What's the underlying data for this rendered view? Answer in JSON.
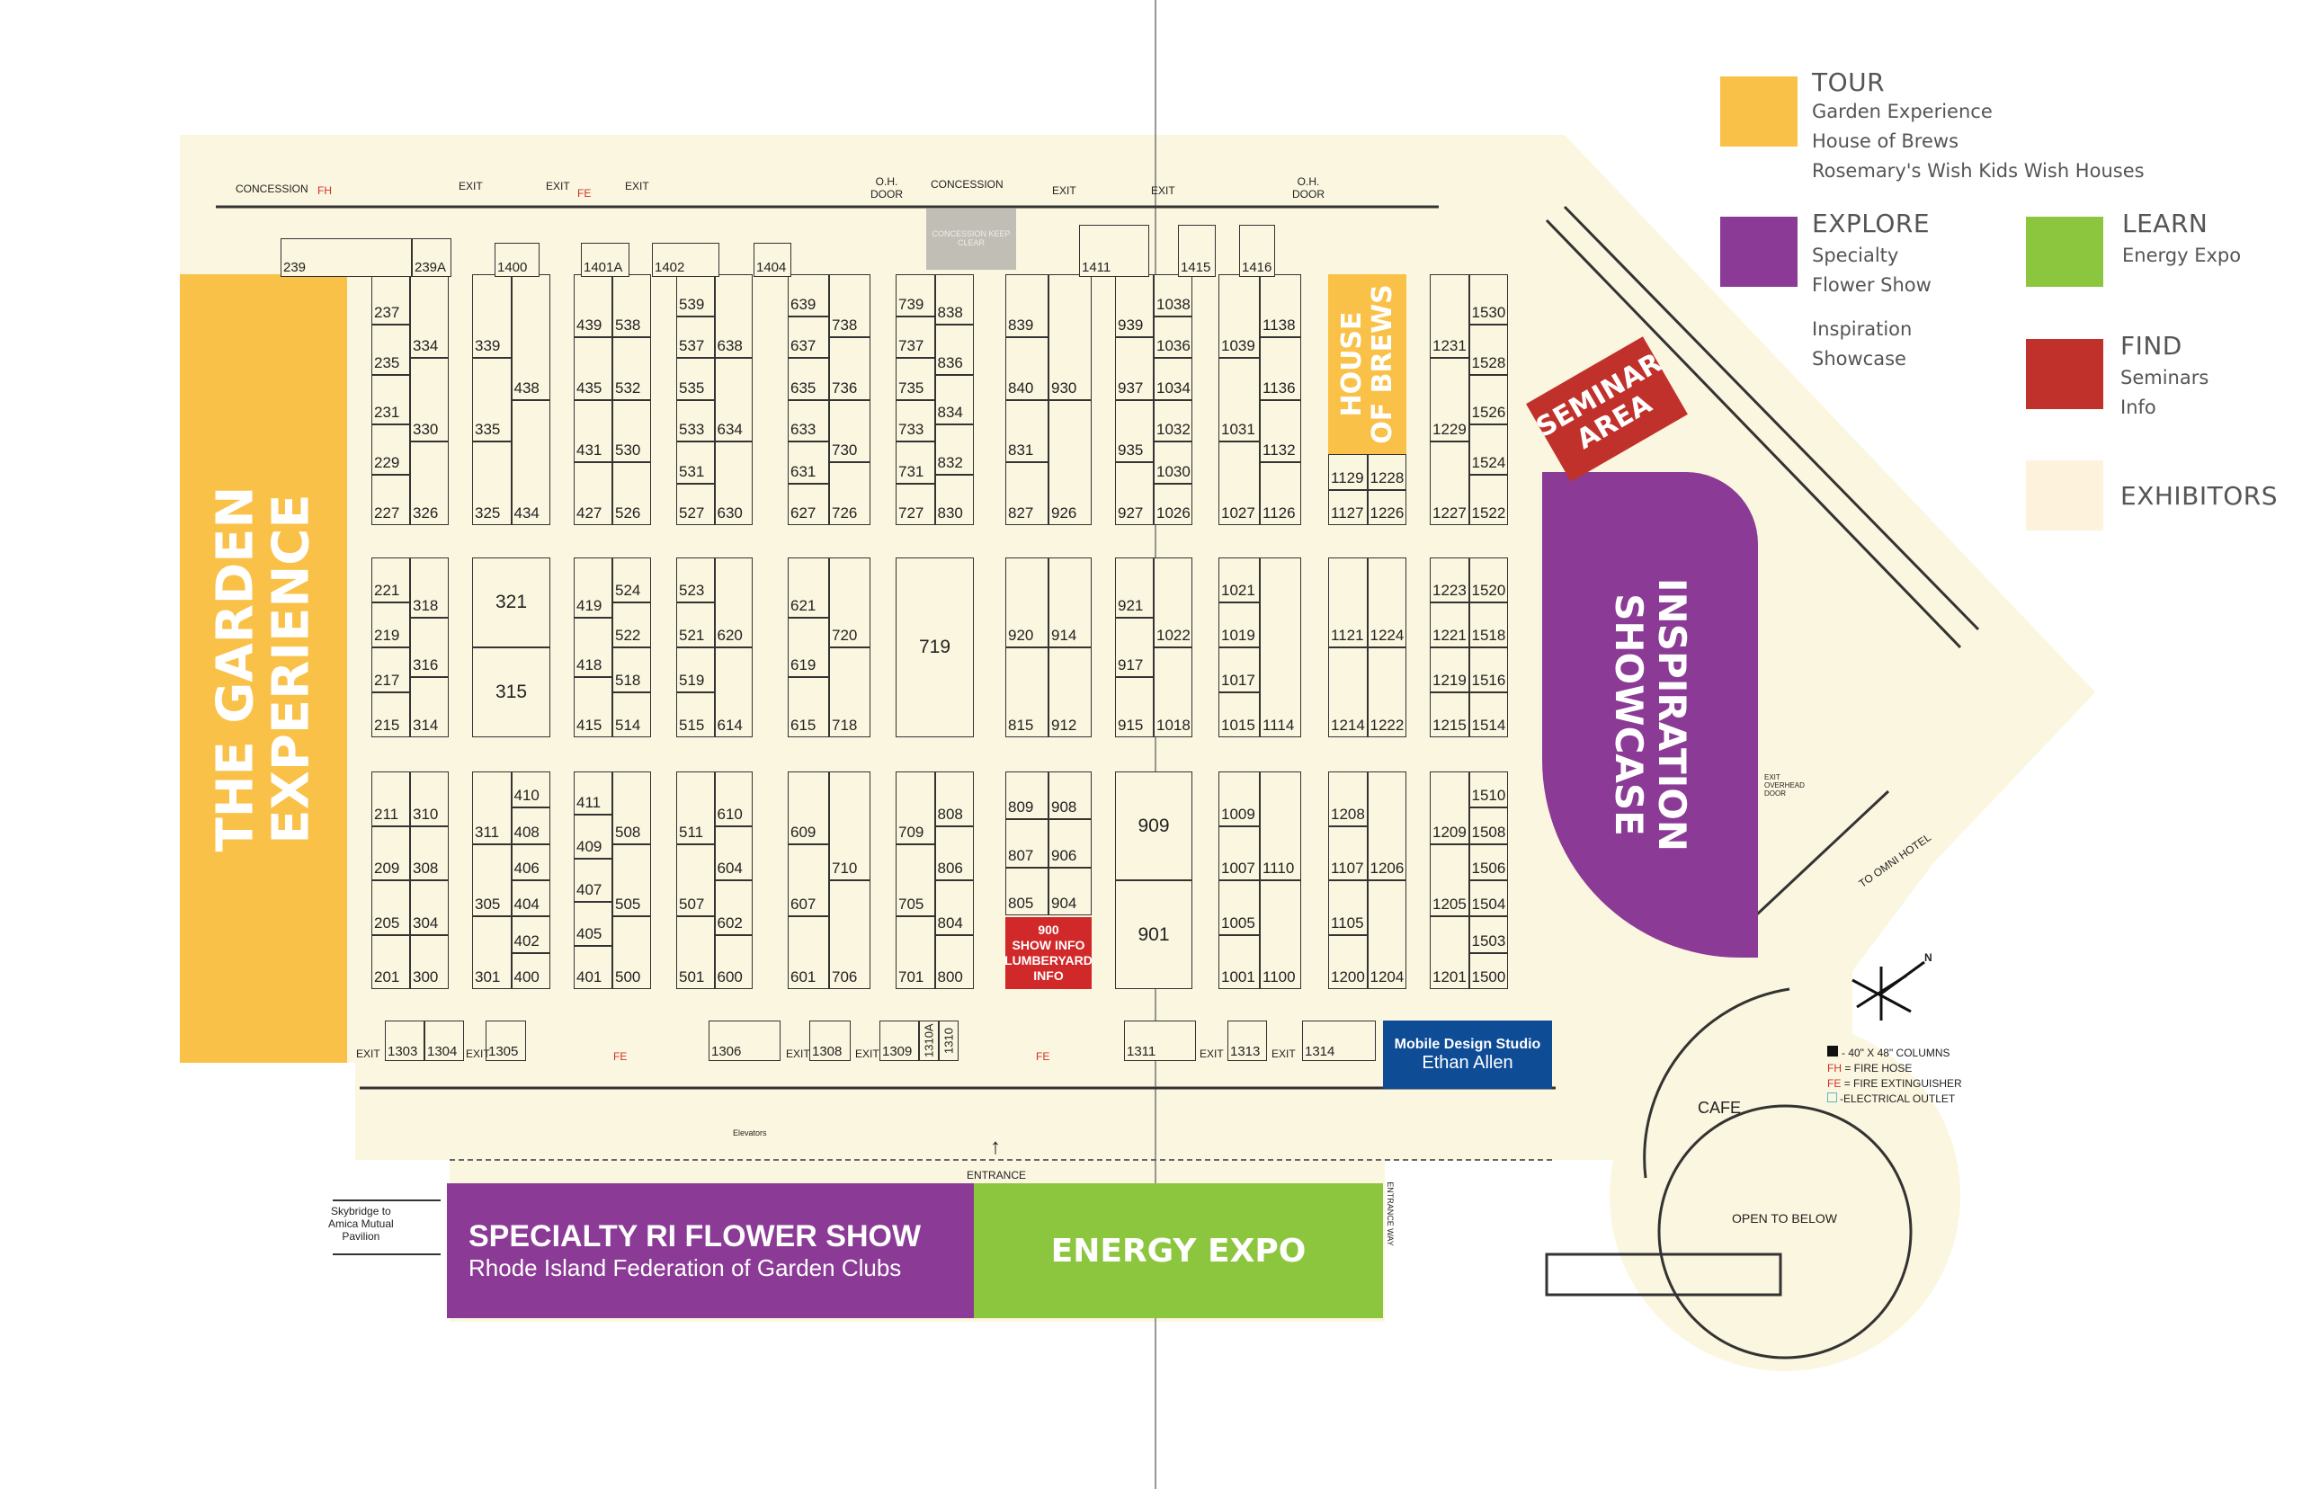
{
  "colors": {
    "tour": "#F9C148",
    "explore": "#8B3A96",
    "learn": "#8CC63F",
    "find": "#C1312B",
    "exhibitors": "#FDF3DC",
    "floor": "#FBF6DF",
    "mobile_studio": "#0E4C96",
    "outlet": "#5bb8c4"
  },
  "legend": {
    "tour": {
      "title": "TOUR",
      "items": [
        "Garden Experience",
        "House of Brews",
        "Rosemary's Wish Kids Wish Houses"
      ]
    },
    "explore": {
      "title": "EXPLORE",
      "items": [
        "Specialty",
        "Flower Show",
        "Inspiration",
        "Showcase"
      ]
    },
    "learn": {
      "title": "LEARN",
      "items": [
        "Energy Expo"
      ]
    },
    "find": {
      "title": "FIND",
      "items": [
        "Seminars",
        "Info"
      ]
    },
    "exhibitors": {
      "title": "EXHIBITORS"
    }
  },
  "key": {
    "columns": "- 40\" X 48\" COLUMNS",
    "fh_abbr": "FH",
    "fh": "= FIRE HOSE",
    "fe_abbr": "FE",
    "fe": "= FIRE EXTINGUISHER",
    "outlet": "-ELECTRICAL OUTLET"
  },
  "zones": {
    "garden": "THE GARDEN EXPERIENCE",
    "garden_line1": "THE GARDEN",
    "garden_line2": "EXPERIENCE",
    "brews_line1": "HOUSE",
    "brews_line2": "OF BREWS",
    "seminar_line1": "SEMINAR",
    "seminar_line2": "AREA",
    "inspiration": "INSPIRATION",
    "showcase": "SHOWCASE",
    "flower_title": "SPECIALTY RI FLOWER SHOW",
    "flower_sub": "Rhode Island Federation of Garden Clubs",
    "energy": "ENERGY EXPO",
    "info_lines": [
      "900",
      "SHOW INFO",
      "LUMBERYARD",
      "INFO"
    ],
    "mobile_line1": "Mobile Design Studio",
    "mobile_line2": "Ethan Allen"
  },
  "labels": {
    "concession": "CONCESSION",
    "fh": "FH",
    "fe": "FE",
    "exit": "EXIT",
    "oh_door_1": "O.H.",
    "oh_door_2": "DOOR",
    "concession_keep": "CONCESSION KEEP CLEAR",
    "entrance": "ENTRANCE",
    "entrance_way": "ENTRANCE WAY",
    "skybridge": [
      "Skybridge to",
      "Amica Mutual",
      "Pavilion"
    ],
    "cafe": "CAFE",
    "open_below": "OPEN TO BELOW",
    "omni": "TO OMNI HOTEL",
    "elevators": "Elevators",
    "exit_overhead": "EXIT OVERHEAD DOOR",
    "compass_n": "N"
  },
  "top_booths": [
    "239",
    "239A",
    "1400",
    "1401A",
    "1402",
    "1404",
    "1411",
    "1415",
    "1416"
  ],
  "bottom_booths": [
    "1303",
    "1304",
    "1305",
    "1306",
    "1308",
    "1309",
    "1310A",
    "1310",
    "1311",
    "1313",
    "1314"
  ],
  "rows": [
    {
      "blocks": [
        {
          "left": [
            "237",
            "235",
            "231",
            "229",
            "227"
          ],
          "right": [
            "334",
            "330",
            "326"
          ]
        },
        {
          "left": [
            "339",
            "335",
            "325"
          ],
          "right": [
            "438",
            "434"
          ]
        },
        {
          "left": [
            "439",
            "435",
            "431",
            "427"
          ],
          "right": [
            "538",
            "532",
            "530",
            "526"
          ]
        },
        {
          "left": [
            "539",
            "537",
            "535",
            "533",
            "531",
            "527"
          ],
          "right": [
            "638",
            "634",
            "630"
          ]
        },
        {
          "left": [
            "639",
            "637",
            "635",
            "633",
            "631",
            "627"
          ],
          "right": [
            "738",
            "736",
            "730",
            "726"
          ]
        },
        {
          "left": [
            "739",
            "737",
            "735",
            "733",
            "731",
            "727"
          ],
          "right": [
            "838",
            "836",
            "834",
            "832",
            "830"
          ]
        },
        {
          "left": [
            "839",
            "840",
            "831",
            "827"
          ],
          "right": [
            "930",
            "926"
          ]
        },
        {
          "left": [
            "939",
            "937",
            "935",
            "927"
          ],
          "right": [
            "1038",
            "1036",
            "1034",
            "1032",
            "1030",
            "1026"
          ]
        },
        {
          "left": [
            "1039",
            "1031",
            "1027"
          ],
          "right": [
            "1138",
            "1136",
            "1132",
            "1126"
          ]
        },
        {
          "left": [
            "1129",
            "1127"
          ],
          "right": [
            "1228",
            "1226"
          ]
        },
        {
          "left": [
            "1231",
            "1229",
            "1227"
          ],
          "right": [
            "1530",
            "1528",
            "1526",
            "1524",
            "1522"
          ]
        }
      ]
    },
    {
      "blocks": [
        {
          "left": [
            "221",
            "219",
            "217",
            "215"
          ],
          "right": [
            "318",
            "316",
            "314"
          ]
        },
        {
          "left": [
            "321",
            "315"
          ],
          "right": []
        },
        {
          "left": [
            "419",
            "418",
            "415"
          ],
          "right": [
            "524",
            "522",
            "518",
            "514"
          ]
        },
        {
          "left": [
            "523",
            "521",
            "519",
            "515"
          ],
          "right": [
            "620",
            "614"
          ]
        },
        {
          "left": [
            "621",
            "619",
            "615"
          ],
          "right": [
            "720",
            "718"
          ]
        },
        {
          "left": [
            "719"
          ],
          "right": []
        },
        {
          "left": [
            "920",
            "815"
          ],
          "right": [
            "914",
            "912"
          ]
        },
        {
          "left": [
            "921",
            "917",
            "915"
          ],
          "right": [
            "1022",
            "1018"
          ]
        },
        {
          "left": [
            "1021",
            "1019",
            "1017",
            "1015"
          ],
          "right": [
            "1114"
          ]
        },
        {
          "left": [
            "1121",
            "1214"
          ],
          "right": [
            "1224",
            "1222"
          ]
        },
        {
          "left": [
            "1223",
            "1221",
            "1219",
            "1215"
          ],
          "right": [
            "1520",
            "1518",
            "1516",
            "1514"
          ]
        }
      ]
    },
    {
      "blocks": [
        {
          "left": [
            "211",
            "209",
            "205",
            "201"
          ],
          "right": [
            "310",
            "308",
            "304",
            "300"
          ]
        },
        {
          "left": [
            "311",
            "305",
            "301"
          ],
          "right": [
            "410",
            "408",
            "406",
            "404",
            "402",
            "400"
          ]
        },
        {
          "left": [
            "411",
            "409",
            "407",
            "405",
            "401"
          ],
          "right": [
            "508",
            "505",
            "500"
          ]
        },
        {
          "left": [
            "511",
            "507",
            "501"
          ],
          "right": [
            "610",
            "604",
            "602",
            "600"
          ]
        },
        {
          "left": [
            "609",
            "607",
            "601"
          ],
          "right": [
            "710",
            "706"
          ]
        },
        {
          "left": [
            "709",
            "705",
            "701"
          ],
          "right": [
            "808",
            "806",
            "804",
            "800"
          ]
        },
        {
          "left": [
            "809",
            "807",
            "805"
          ],
          "right": [
            "908",
            "906",
            "904"
          ]
        },
        {
          "left": [
            "909",
            "901"
          ],
          "right": []
        },
        {
          "left": [
            "1009",
            "1007",
            "1005",
            "1001"
          ],
          "right": [
            "1110",
            "1100"
          ]
        },
        {
          "left": [
            "1208",
            "1107",
            "1105",
            "1200"
          ],
          "right": [
            "1206",
            "1204"
          ]
        },
        {
          "left": [
            "1209",
            "1205",
            "1201"
          ],
          "right": [
            "1510",
            "1508",
            "1506",
            "1504",
            "1503",
            "1500"
          ]
        }
      ]
    }
  ]
}
